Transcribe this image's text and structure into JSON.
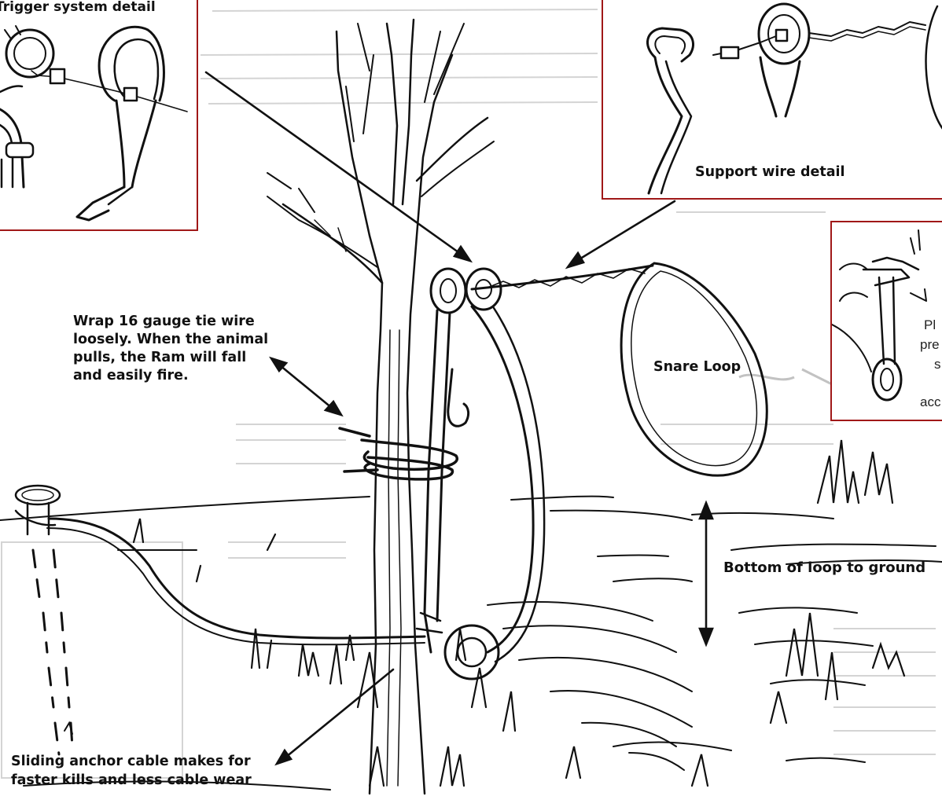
{
  "labels": {
    "trigger_detail": "Trigger system detail",
    "support_detail": "Support wire detail",
    "wrap_note_1": "Wrap 16 gauge tie wire",
    "wrap_note_2": "loosely. When the animal",
    "wrap_note_3": "pulls, the Ram will fall",
    "wrap_note_4": "and easily fire.",
    "snare_loop": "Snare Loop",
    "bottom_loop": "Bottom of loop to ground",
    "anchor_1": "Sliding anchor cable makes for",
    "anchor_2": "faster kills and less cable wear"
  },
  "inset_fragments": {
    "line_1": "Pl",
    "line_2": "pre",
    "line_3": "s",
    "line_4": "acc"
  },
  "colors": {
    "ink": "#111111",
    "panel_border": "#a01818",
    "bleed_text": "#c9c9c9"
  }
}
